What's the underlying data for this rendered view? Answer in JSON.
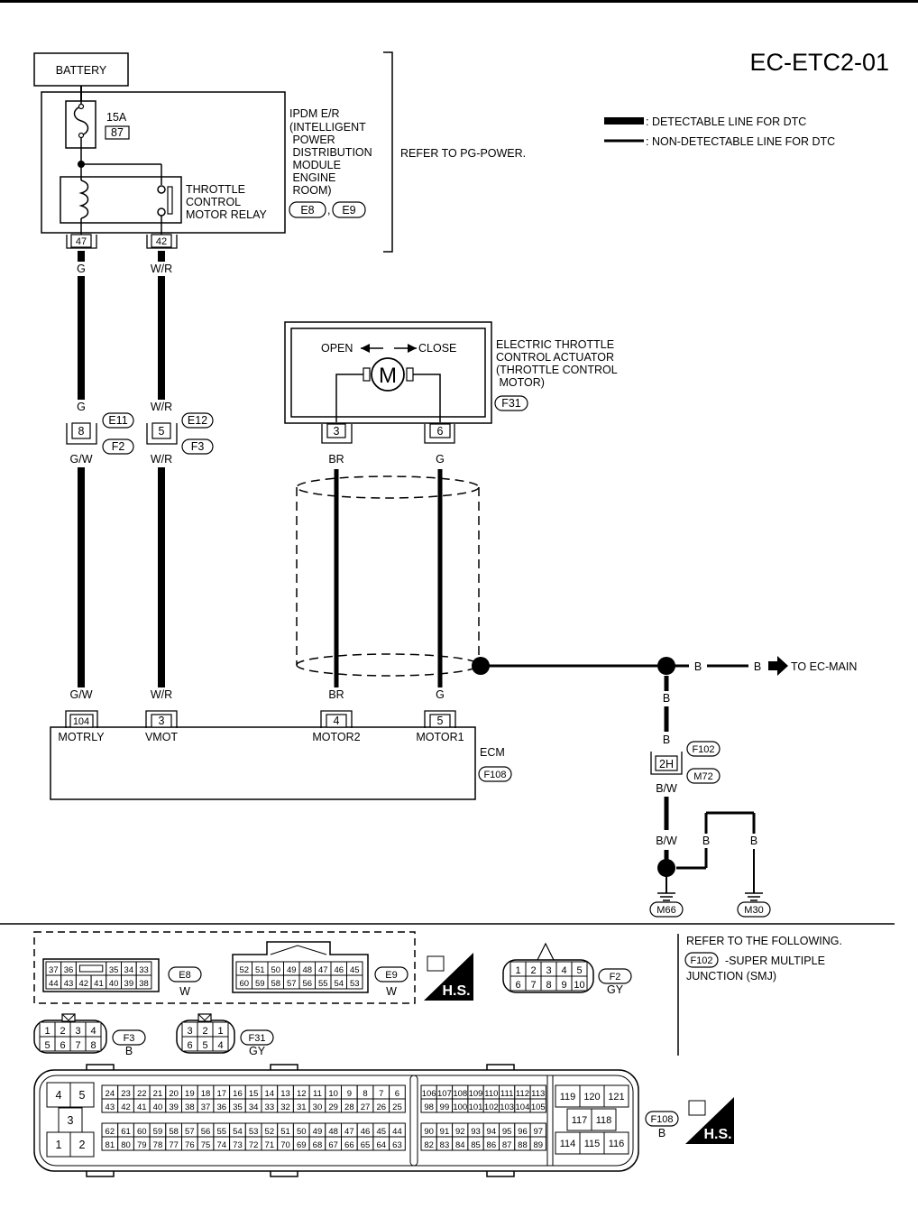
{
  "title": "EC-ETC2-01",
  "legend": {
    "detectable": ": DETECTABLE LINE FOR DTC",
    "non_detectable": ": NON-DETECTABLE LINE FOR DTC"
  },
  "battery": "BATTERY",
  "fuse": {
    "amp": "15A",
    "num": "87"
  },
  "ipdm": {
    "lines": [
      "IPDM E/R",
      "(INTELLIGENT",
      " POWER",
      " DISTRIBUTION",
      " MODULE",
      " ENGINE",
      " ROOM)"
    ],
    "conn1": "E8",
    "sep": ",",
    "conn2": "E9",
    "refer": "REFER TO PG-POWER."
  },
  "relay": {
    "lines": [
      "THROTTLE",
      "CONTROL",
      "MOTOR RELAY"
    ]
  },
  "ipdm_pins": {
    "p47": "47",
    "p42": "42"
  },
  "wires": {
    "g": "G",
    "wr": "W/R",
    "gw": "G/W",
    "br": "BR",
    "b": "B",
    "bw": "B/W"
  },
  "joint": {
    "pin8": "8",
    "pin5": "5",
    "c_e11": "E11",
    "c_e12": "E12",
    "c_f2": "F2",
    "c_f3": "F3"
  },
  "actuator": {
    "open": "OPEN",
    "close": "CLOSE",
    "motor": "M",
    "lines": [
      "ELECTRIC THROTTLE",
      "CONTROL ACTUATOR",
      "(THROTTLE CONTROL",
      " MOTOR)"
    ],
    "conn": "F31",
    "pin3": "3",
    "pin6": "6"
  },
  "ecm": {
    "pins": [
      "104",
      "3",
      "4",
      "5"
    ],
    "names": [
      "MOTRLY",
      "VMOT",
      "MOTOR2",
      "MOTOR1"
    ],
    "label": "ECM",
    "conn": "F108"
  },
  "to_main": "TO EC-MAIN",
  "smj": {
    "c1": "F102",
    "pin": "2H",
    "c2": "M72"
  },
  "grounds": {
    "g1": "M66",
    "g2": "M30"
  },
  "connectors": {
    "e8": {
      "row1": [
        "37",
        "36",
        "",
        "35",
        "34",
        "33"
      ],
      "row2": [
        "44",
        "43",
        "42",
        "41",
        "40",
        "39",
        "38"
      ],
      "id": "E8",
      "color": "W"
    },
    "e9": {
      "row1": [
        "52",
        "51",
        "50",
        "49",
        "48",
        "47",
        "46",
        "45"
      ],
      "row2": [
        "60",
        "59",
        "58",
        "57",
        "56",
        "55",
        "54",
        "53"
      ],
      "id": "E9",
      "color": "W"
    },
    "hs": "H.S.",
    "f2": {
      "row1": [
        "1",
        "2",
        "3",
        "4",
        "5"
      ],
      "row2": [
        "6",
        "7",
        "8",
        "9",
        "10"
      ],
      "id": "F2",
      "color": "GY"
    },
    "f3": {
      "row1": [
        "1",
        "2",
        "3",
        "4"
      ],
      "row2": [
        "5",
        "6",
        "7",
        "8"
      ],
      "id": "F3",
      "color": "B"
    },
    "f31": {
      "row1": [
        "3",
        "2",
        "1"
      ],
      "row2": [
        "6",
        "5",
        "4"
      ],
      "id": "F31",
      "color": "GY"
    },
    "refer": {
      "lines": [
        "REFER TO THE FOLLOWING."
      ],
      "conn": "F102",
      "desc1": "-SUPER MULTIPLE",
      "desc2": "JUNCTION (SMJ)"
    },
    "f108": {
      "a": [
        "4",
        "5",
        "3",
        "1",
        "2"
      ],
      "r1": [
        "24",
        "23",
        "22",
        "21",
        "20",
        "19",
        "18",
        "17",
        "16",
        "15",
        "14",
        "13",
        "12",
        "11",
        "10",
        "9",
        "8",
        "7",
        "6"
      ],
      "r2": [
        "43",
        "42",
        "41",
        "40",
        "39",
        "38",
        "37",
        "36",
        "35",
        "34",
        "33",
        "32",
        "31",
        "30",
        "29",
        "28",
        "27",
        "26",
        "25"
      ],
      "r3": [
        "62",
        "61",
        "60",
        "59",
        "58",
        "57",
        "56",
        "55",
        "54",
        "53",
        "52",
        "51",
        "50",
        "49",
        "48",
        "47",
        "46",
        "45",
        "44"
      ],
      "r4": [
        "81",
        "80",
        "79",
        "78",
        "77",
        "76",
        "75",
        "74",
        "73",
        "72",
        "71",
        "70",
        "69",
        "68",
        "67",
        "66",
        "65",
        "64",
        "63"
      ],
      "m1": [
        "106",
        "107",
        "108",
        "109",
        "110",
        "111",
        "112",
        "113"
      ],
      "m2": [
        "98",
        "99",
        "100",
        "101",
        "102",
        "103",
        "104",
        "105"
      ],
      "m3": [
        "90",
        "91",
        "92",
        "93",
        "94",
        "95",
        "96",
        "97"
      ],
      "m4": [
        "82",
        "83",
        "84",
        "85",
        "86",
        "87",
        "88",
        "89"
      ],
      "c": [
        "119",
        "120",
        "121",
        "117",
        "118",
        "114",
        "115",
        "116"
      ],
      "id": "F108",
      "color": "B"
    }
  }
}
